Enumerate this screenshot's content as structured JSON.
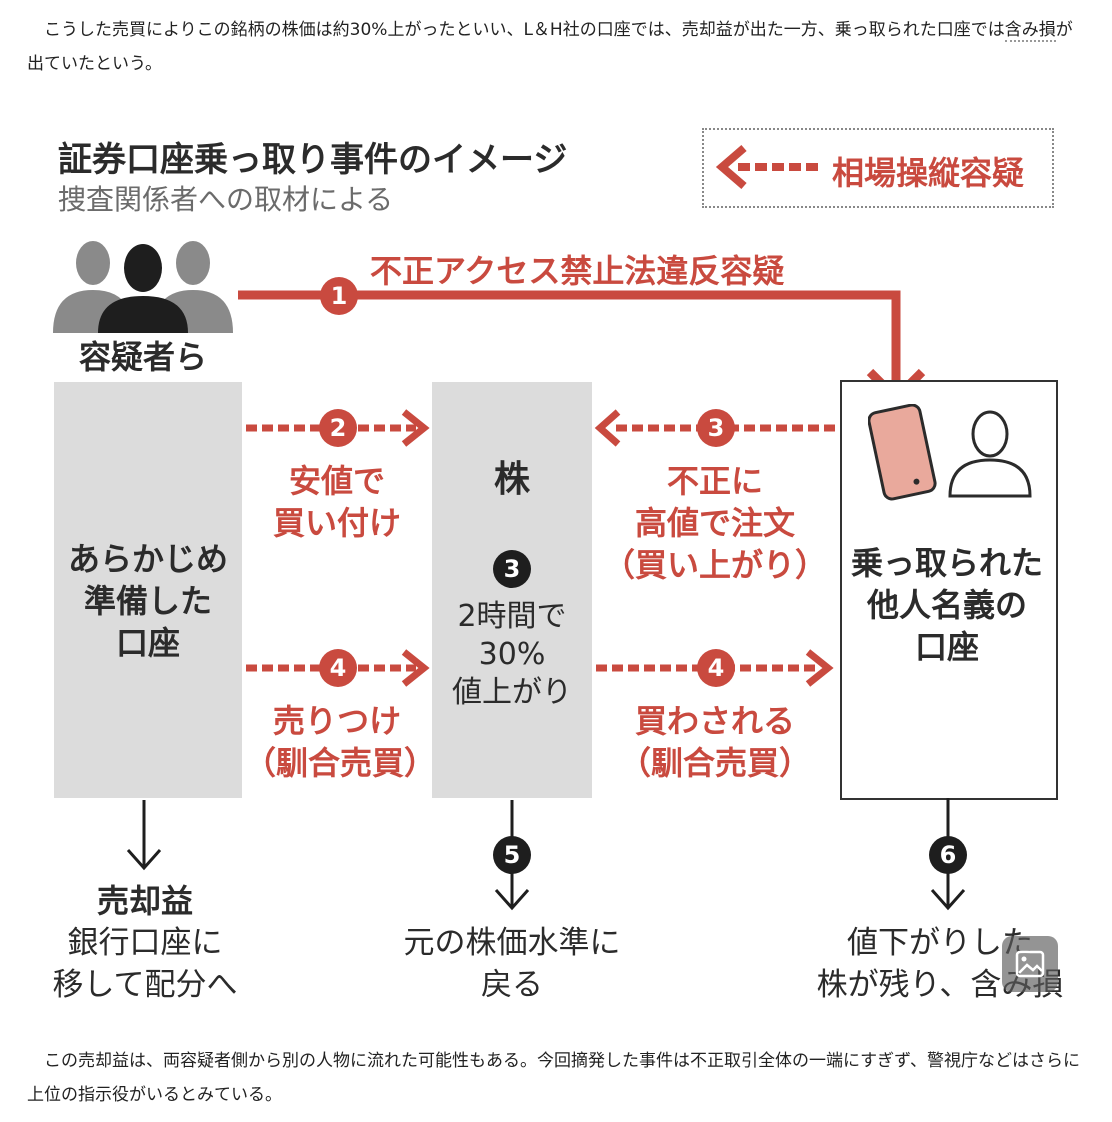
{
  "article": {
    "para_top_before": "　こうした売買によりこの銘柄の株価は約30%上がったといい、L＆H社の口座では、売却益が出た一方、乗っ取られた口座では",
    "para_top_link": "含み損",
    "para_top_after": "が出ていたという。",
    "para_bottom": "　この売却益は、両容疑者側から別の人物に流れた可能性もある。今回摘発した事件は不正取引全体の一端にすぎず、警視庁などはさらに上位の指示役がいるとみている。"
  },
  "diagram": {
    "title": "証券口座乗っ取り事件のイメージ",
    "subtitle": "捜査関係者への取材による",
    "legend_label": "相場操縦容疑",
    "suspects_label": "容疑者ら",
    "arrow1_label": "不正アクセス禁止法違反容疑",
    "numbers": {
      "n1": "1",
      "n2": "2",
      "n3a": "3",
      "n3b": "3",
      "n4a": "4",
      "n4b": "4",
      "n5": "5",
      "n6": "6"
    },
    "left_box": [
      "あらかじめ",
      "準備した",
      "口座"
    ],
    "middle_box": {
      "title": "株",
      "lines": [
        "2時間で",
        "30%",
        "値上がり"
      ]
    },
    "right_box": [
      "乗っ取られた",
      "他人名義の",
      "口座"
    ],
    "arrow2_label": [
      "安値で",
      "買い付け"
    ],
    "arrow3_label": [
      "不正に",
      "高値で注文",
      "（買い上がり）"
    ],
    "arrow4a_label": [
      "売りつけ",
      "（馴合売買）"
    ],
    "arrow4b_label": [
      "買わされる",
      "（馴合売買）"
    ],
    "outcome_left": {
      "title": "売却益",
      "lines": [
        "銀行口座に",
        "移して配分へ"
      ]
    },
    "outcome_middle": [
      "元の株価水準に",
      "戻る"
    ],
    "outcome_right": [
      "値下がりした",
      "株が残り、含み損"
    ],
    "colors": {
      "accent_red": "#c94a3f",
      "box_gray": "#dcdcdc",
      "dark": "#1e1e1e"
    }
  }
}
